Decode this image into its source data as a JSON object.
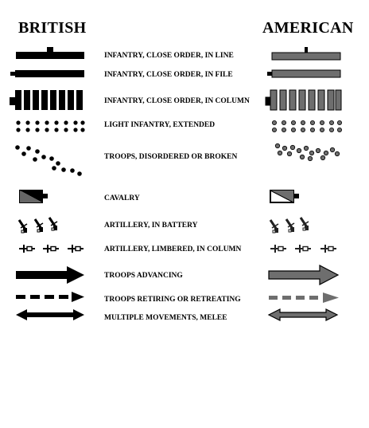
{
  "headers": {
    "british": "BRITISH",
    "american": "AMERICAN"
  },
  "colors": {
    "british_fill": "#000000",
    "american_fill": "#6e6e6e",
    "american_light": "#d8d8d8"
  },
  "legend": [
    {
      "label": "INFANTRY, CLOSE ORDER, IN LINE",
      "icon": "infantry-line"
    },
    {
      "label": "INFANTRY, CLOSE ORDER, IN FILE",
      "icon": "infantry-file"
    },
    {
      "label": "INFANTRY, CLOSE ORDER, IN COLUMN",
      "icon": "infantry-column"
    },
    {
      "label": "LIGHT INFANTRY, EXTENDED",
      "icon": "light-infantry"
    },
    {
      "label": "TROOPS, DISORDERED OR BROKEN",
      "icon": "disordered"
    },
    {
      "label": "CAVALRY",
      "icon": "cavalry"
    },
    {
      "label": "ARTILLERY,  IN BATTERY",
      "icon": "artillery-battery"
    },
    {
      "label": "ARTILLERY, LIMBERED, IN COLUMN",
      "icon": "artillery-limbered"
    },
    {
      "label": "TROOPS ADVANCING",
      "icon": "advancing-arrow"
    },
    {
      "label": "TROOPS RETIRING OR RETREATING",
      "icon": "retreating-arrow"
    },
    {
      "label": "MULTIPLE MOVEMENTS, MELEE",
      "icon": "melee-arrow"
    }
  ]
}
